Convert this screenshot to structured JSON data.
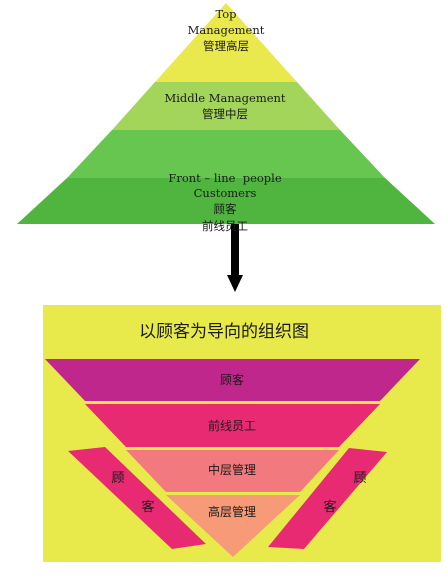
{
  "top_pyramid": {
    "levels": [
      {
        "label_en_lines": [
          "Top",
          "Management"
        ],
        "label_zh": "管理高层",
        "color": "#e9e84d"
      },
      {
        "label_en_lines": [
          "Middle Management"
        ],
        "label_zh": "管理中层",
        "color": "#a3d55b"
      },
      {
        "label_en_lines": [
          "Front – line  people"
        ],
        "label_zh": "前线员工",
        "color": "#66c64f"
      },
      {
        "label_en_lines": [
          "Customers"
        ],
        "label_zh": "顾客",
        "color": "#4fb53f"
      }
    ]
  },
  "arrow": {
    "color": "#000000"
  },
  "inverted_panel": {
    "title": "以顾客为导向的组织图",
    "background": "#e8ea4b",
    "levels": [
      {
        "label": "顾客",
        "color": "#c0278c"
      },
      {
        "label": "前线员工",
        "color": "#e72a72"
      },
      {
        "label": "中层管理",
        "color": "#f27a7e"
      },
      {
        "label": "高层管理",
        "color": "#f69a78"
      }
    ],
    "side_bars": {
      "left": {
        "chars": [
          "顾",
          "客"
        ],
        "color": "#e72a72"
      },
      "right": {
        "chars": [
          "顾",
          "客"
        ],
        "color": "#e72a72"
      }
    }
  }
}
